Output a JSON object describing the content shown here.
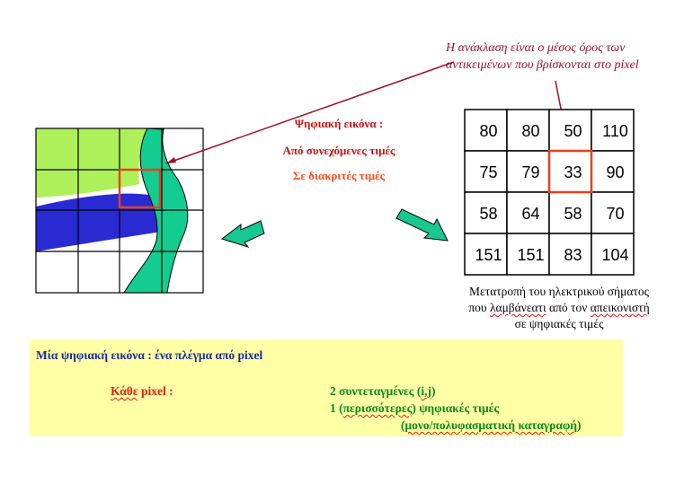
{
  "annotation": {
    "note": "Η ανάκλαση είναι ο μέσος όρος των αντικειμένων που βρίσκονται στο pixel"
  },
  "conversion": {
    "line1": "Ψηφιακή εικόνα :",
    "line2": "Από συνεχόμενες τιμές",
    "line3": "Σε διακριτές τιμές"
  },
  "pixel_grid": {
    "rows": [
      [
        "80",
        "80",
        "50",
        "110"
      ],
      [
        "75",
        "79",
        "33",
        "90"
      ],
      [
        "58",
        "64",
        "58",
        "70"
      ],
      [
        "151",
        "151",
        "83",
        "104"
      ]
    ],
    "highlight": {
      "row": 1,
      "col": 2,
      "color": "#e8401c"
    }
  },
  "caption": {
    "line1": "Μετατροπή του ηλεκτρικού σήματος",
    "line2_a": "που ",
    "line2_b": "λαμβάνεατι",
    "line2_c": " από τον ",
    "line2_d": "απεικονιστή",
    "line3": "σε ψηφιακές τιμές"
  },
  "info_box": {
    "title": "Μία ψηφιακή εικόνα :   ένα πλέγμα από pixel",
    "label_a": "Κάθε",
    "label_b": " pixel :",
    "item1_a": "2 συντεταγμένες (",
    "item1_b": "i,j",
    "item1_c": ")",
    "item2_a": "1 (",
    "item2_b": "περισσότερες",
    "item2_c": ") ψηφιακές τιμές",
    "item3_a": "(",
    "item3_b": "μονο/πολυφασματική καταγραφή",
    "item3_c": ")"
  },
  "colors": {
    "green_field": "#aef05a",
    "water": "#2a2ad2",
    "river": "#12cc90",
    "arrow": "#18c890",
    "pointer": "#a0102a",
    "box_bg": "#ffffa6"
  }
}
